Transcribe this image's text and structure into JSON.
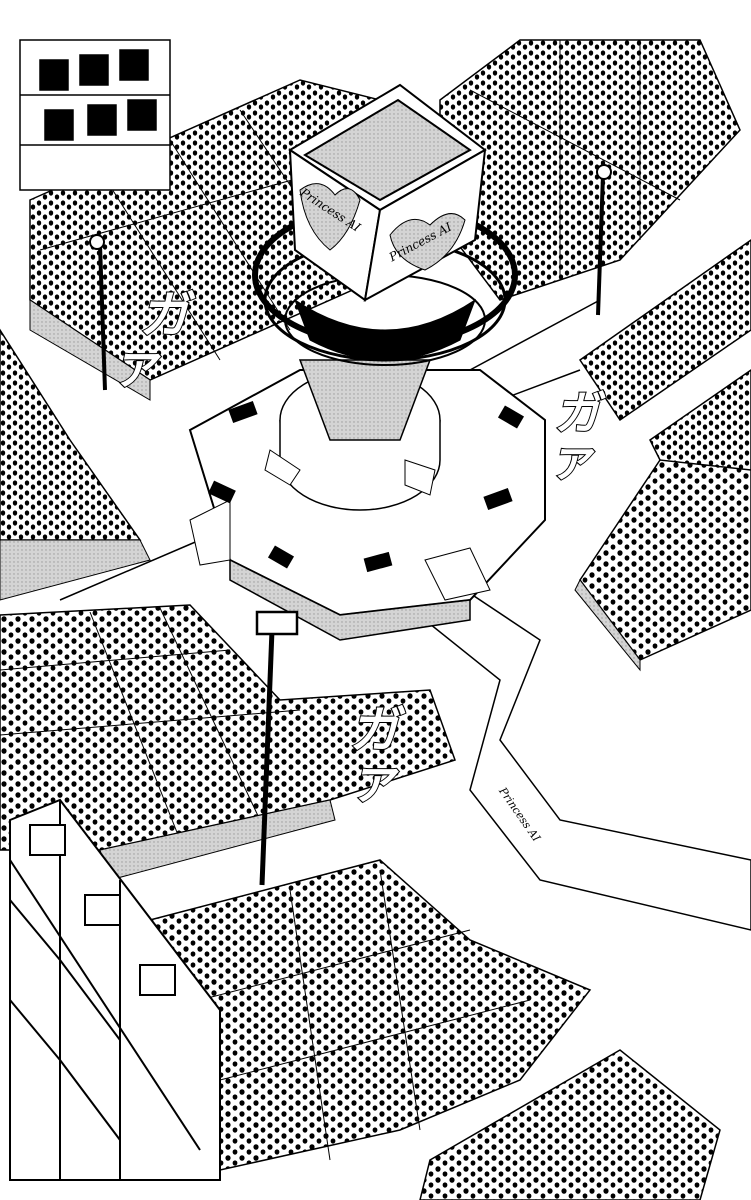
{
  "scene": {
    "sign_text": "Princess AI",
    "ground_sign_text": "Princess AI"
  },
  "sfx": [
    {
      "line1": "ガ",
      "line2": "ァ"
    },
    {
      "line1": "ガ",
      "line2": "ァ"
    },
    {
      "line1": "ガ",
      "line2": "ァ"
    }
  ],
  "colors": {
    "ink": "#000000",
    "paper": "#ffffff",
    "tone": "#c8c8c8"
  }
}
